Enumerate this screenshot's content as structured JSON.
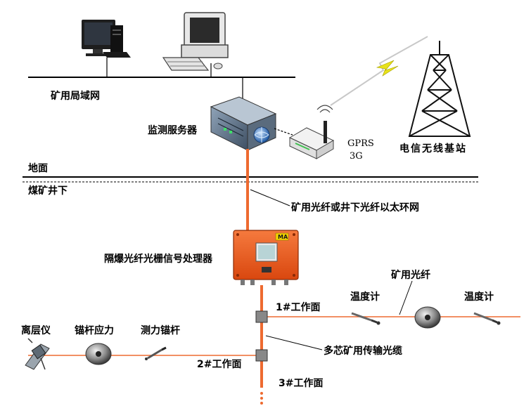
{
  "colors": {
    "fiber": "#ee6a30",
    "cabinet": "#ee5a1c",
    "line": "#000000",
    "signal": "#e8e21a"
  },
  "labels": {
    "mine_lan": "矿用局域网",
    "monitor_server": "监测服务器",
    "gprs": "GPRS",
    "three_g": "3G",
    "telecom_station": "电信无线基站",
    "ground": "地面",
    "underground": "煤矿井下",
    "fiber_ring": "矿用光纤或井下光纤以太环网",
    "processor": "隔爆光纤光栅信号处理器",
    "processor_badge": "MA",
    "workface1": "1#工作面",
    "workface2": "2#工作面",
    "workface3": "3#工作面",
    "thermometer_left": "温度计",
    "thermometer_right": "温度计",
    "mine_fiber": "矿用光纤",
    "separation_meter": "离层仪",
    "bolt_stress": "锚杆应力",
    "force_bolt": "测力锚杆",
    "multicore_cable": "多芯矿用传输光缆"
  }
}
